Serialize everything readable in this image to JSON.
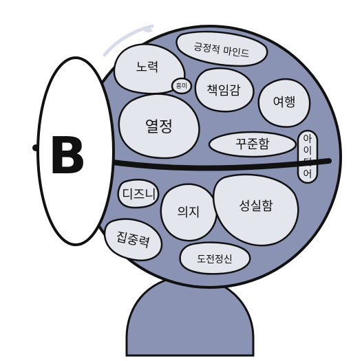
{
  "face_letter": "B",
  "colors": {
    "head_fill": "#8a93b3",
    "outline": "#111111",
    "bubble_fill": "#e4e6ee",
    "background": "#ffffff"
  },
  "traits": {
    "effort": "노력",
    "positive_mindset": "긍정적 마인드",
    "interest": "흥미",
    "responsibility": "책임감",
    "travel": "여행",
    "passion": "열정",
    "persistence": "꾸준함",
    "idea_chars": [
      "아",
      "이",
      "디",
      "어"
    ],
    "disney": "디즈니",
    "will": "의지",
    "sincerity": "성실함",
    "concentration": "집중력",
    "challenge_spirit": "도전정신"
  }
}
